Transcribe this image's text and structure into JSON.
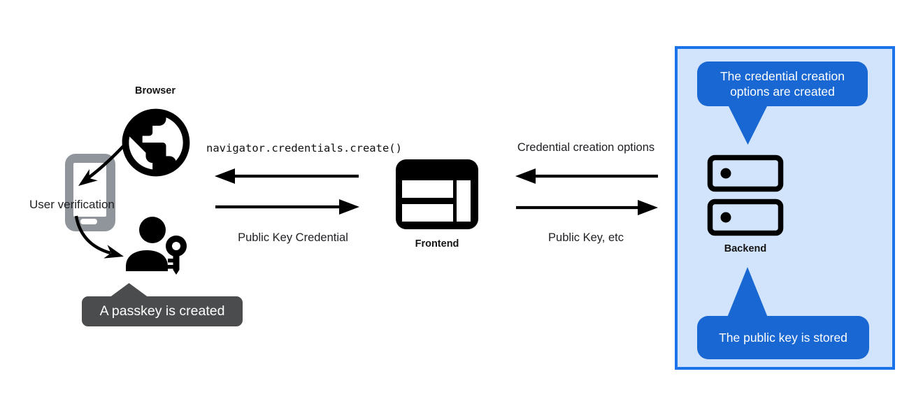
{
  "nodes": {
    "browser": {
      "label": "Browser"
    },
    "user_verification": {
      "label": "User verification"
    },
    "frontend": {
      "label": "Frontend"
    },
    "backend": {
      "label": "Backend"
    }
  },
  "arrows": [
    {
      "from": "frontend",
      "to": "browser",
      "label": "navigator.credentials.create()",
      "style": "monospace"
    },
    {
      "from": "browser",
      "to": "frontend",
      "label": "Public Key Credential"
    },
    {
      "from": "backend",
      "to": "frontend",
      "label": "Credential creation options"
    },
    {
      "from": "frontend",
      "to": "backend",
      "label": "Public Key, etc"
    },
    {
      "from": "browser",
      "to": "user_verification",
      "label": ""
    },
    {
      "from": "user_verification",
      "to": "passkey_user",
      "label": ""
    }
  ],
  "callouts": {
    "passkey_created": {
      "text": "A passkey is created",
      "bg": "#4a4c4d"
    },
    "creation_options": {
      "text": "The credential creation options are created",
      "bg": "#1967d2"
    },
    "public_key_stored": {
      "text": "The public key is stored",
      "bg": "#1967d2"
    }
  },
  "icons": {
    "browser": "globe-icon",
    "user_verification": "smartphone-icon",
    "passkey_user": "person-key-icon",
    "frontend": "web-window-icon",
    "backend": "server-stack-icon"
  },
  "colors": {
    "backend_panel_fill": "#d2e3fc",
    "backend_panel_border": "#1a73e8",
    "callout_blue": "#1967d2",
    "callout_gray": "#4a4c4d",
    "phone_gray": "#8f959b",
    "icon_black": "#000000",
    "background": "#ffffff"
  }
}
